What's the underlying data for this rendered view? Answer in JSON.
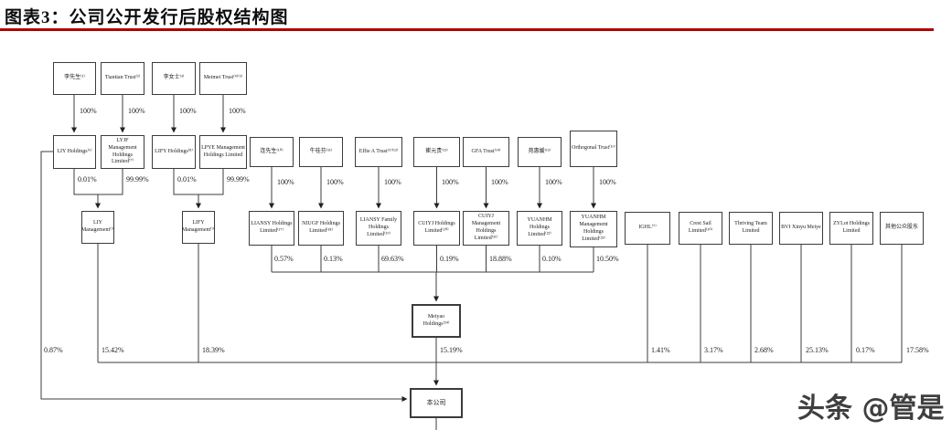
{
  "header": {
    "figure_title": "图表3：公司公开发行后股权结构图",
    "rule_color": "#b20000"
  },
  "chart": {
    "type": "equity-structure-orgchart",
    "generation1": [
      "李先生⁽¹⁾",
      "Tiantian Trust⁽²⁾",
      "李女士⁽³⁾",
      "Meimei Trust⁽⁴⁾⁽⁵⁾"
    ],
    "generation1_pct": [
      "100%",
      "100%",
      "100%",
      "100%"
    ],
    "generation2": [
      "LIY Holdings⁽⁶⁾",
      "LYJF Management Holdings Limited⁽⁷⁾",
      "LIFY Holdings⁽⁸⁾",
      "LPYE Management Holdings Limited"
    ],
    "generation2_pct": [
      "0.01%",
      "99.99%",
      "0.01%",
      "99.99%"
    ],
    "management": [
      "LIY Management⁽⁹⁾",
      "LIFY Management⁽⁹⁾"
    ],
    "owners": [
      "连先生⁽¹⁰⁾",
      "牛桂芬⁽¹¹⁾",
      "Effie A Trust⁽⁵⁾⁽¹²⁾",
      "崔元贵⁽¹³⁾",
      "GFA Trust⁽¹⁴⁾",
      "苑惠媛⁽¹⁵⁾",
      "Orthogonal Trust⁽¹⁶⁾"
    ],
    "owners_pct": [
      "100%",
      "100%",
      "100%",
      "100%",
      "100%",
      "100%",
      "100%"
    ],
    "holdcos": [
      "LIANSY Holdings Limited⁽¹⁷⁾",
      "NIUGF Holdings Limited⁽¹⁸⁾",
      "LIANSY Family Holdings Limited⁽¹⁹⁾",
      "CUIYJ Holdings Limited⁽²⁰⁾",
      "CUIYJ Management Holdings Limited⁽²¹⁾",
      "YUANHM Holdings Limited⁽²²⁾",
      "YUANHM Management Holdings Limited⁽²³⁾"
    ],
    "holdcos_pct": [
      "0.57%",
      "0.13%",
      "69.63%",
      "0.19%",
      "18.88%",
      "0.10%",
      "10.50%"
    ],
    "intermediate": "Meiyao Holdings⁽²⁴⁾",
    "direct_holders": [
      "IGHL⁽⁷⁾",
      "Crest Sail Limited⁽¹⁰⁾",
      "Thriving Team Limited",
      "BVI Xinyu Meiye",
      "ZYLot Holdings Limited",
      "其他公众股东"
    ],
    "company_pct": [
      "0.87%",
      "15.42%",
      "18.39%",
      "15.19%",
      "1.41%",
      "3.17%",
      "2.68%",
      "25.13%",
      "0.17%",
      "17.58%"
    ],
    "company": "本公司"
  },
  "watermark": {
    "text": "头条 @管是"
  }
}
